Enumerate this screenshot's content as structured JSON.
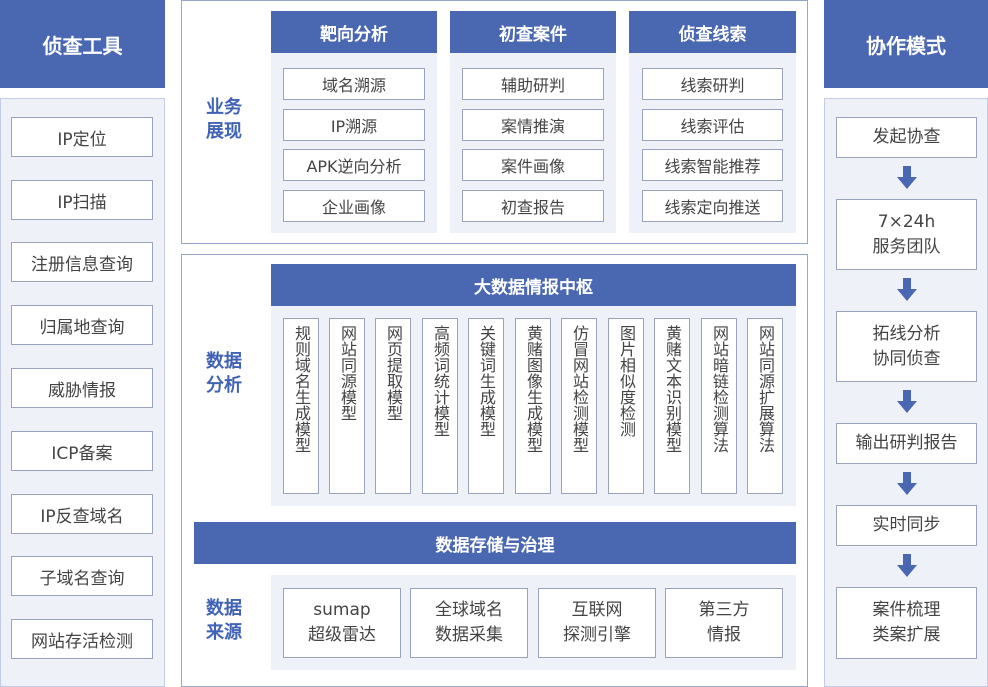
{
  "left": {
    "title": "侦查工具",
    "items": [
      "IP定位",
      "IP扫描",
      "注册信息查询",
      "归属地查询",
      "威胁情报",
      "ICP备案",
      "IP反查域名",
      "子域名查询",
      "网站存活检测"
    ]
  },
  "right": {
    "title": "协作模式",
    "steps": [
      "发起协查",
      "7×24h\n服务团队",
      "拓线分析\n协同侦查",
      "输出研判报告",
      "实时同步",
      "案件梳理\n类案扩展"
    ]
  },
  "business": {
    "label": "业务\n展现",
    "columns": [
      {
        "title": "靶向分析",
        "items": [
          "域名溯源",
          "IP溯源",
          "APK逆向分析",
          "企业画像"
        ]
      },
      {
        "title": "初查案件",
        "items": [
          "辅助研判",
          "案情推演",
          "案件画像",
          "初查报告"
        ]
      },
      {
        "title": "侦查线索",
        "items": [
          "线索研判",
          "线索评估",
          "线索智能推荐",
          "线索定向推送"
        ]
      }
    ]
  },
  "analysis": {
    "label": "数据\n分析",
    "hub_title": "大数据情报中枢",
    "models": [
      "规则域名生成模型",
      "网站同源模型",
      "网页提取模型",
      "高频词统计模型",
      "关键词生成模型",
      "黄赌图像生成模型",
      "仿冒网站检测模型",
      "图片相似度检测",
      "黄赌文本识别模型",
      "网站暗链检测算法",
      "网站同源扩展算法"
    ],
    "storage_title": "数据存储与治理"
  },
  "sources": {
    "label": "数据\n来源",
    "items": [
      "sumap\n超级雷达",
      "全球域名\n数据采集",
      "互联网\n探测引擎",
      "第三方\n情报"
    ]
  },
  "colors": {
    "header_blue": "#4a67b2",
    "label_blue": "#4063b5",
    "panel_bg": "#eef1f8"
  }
}
